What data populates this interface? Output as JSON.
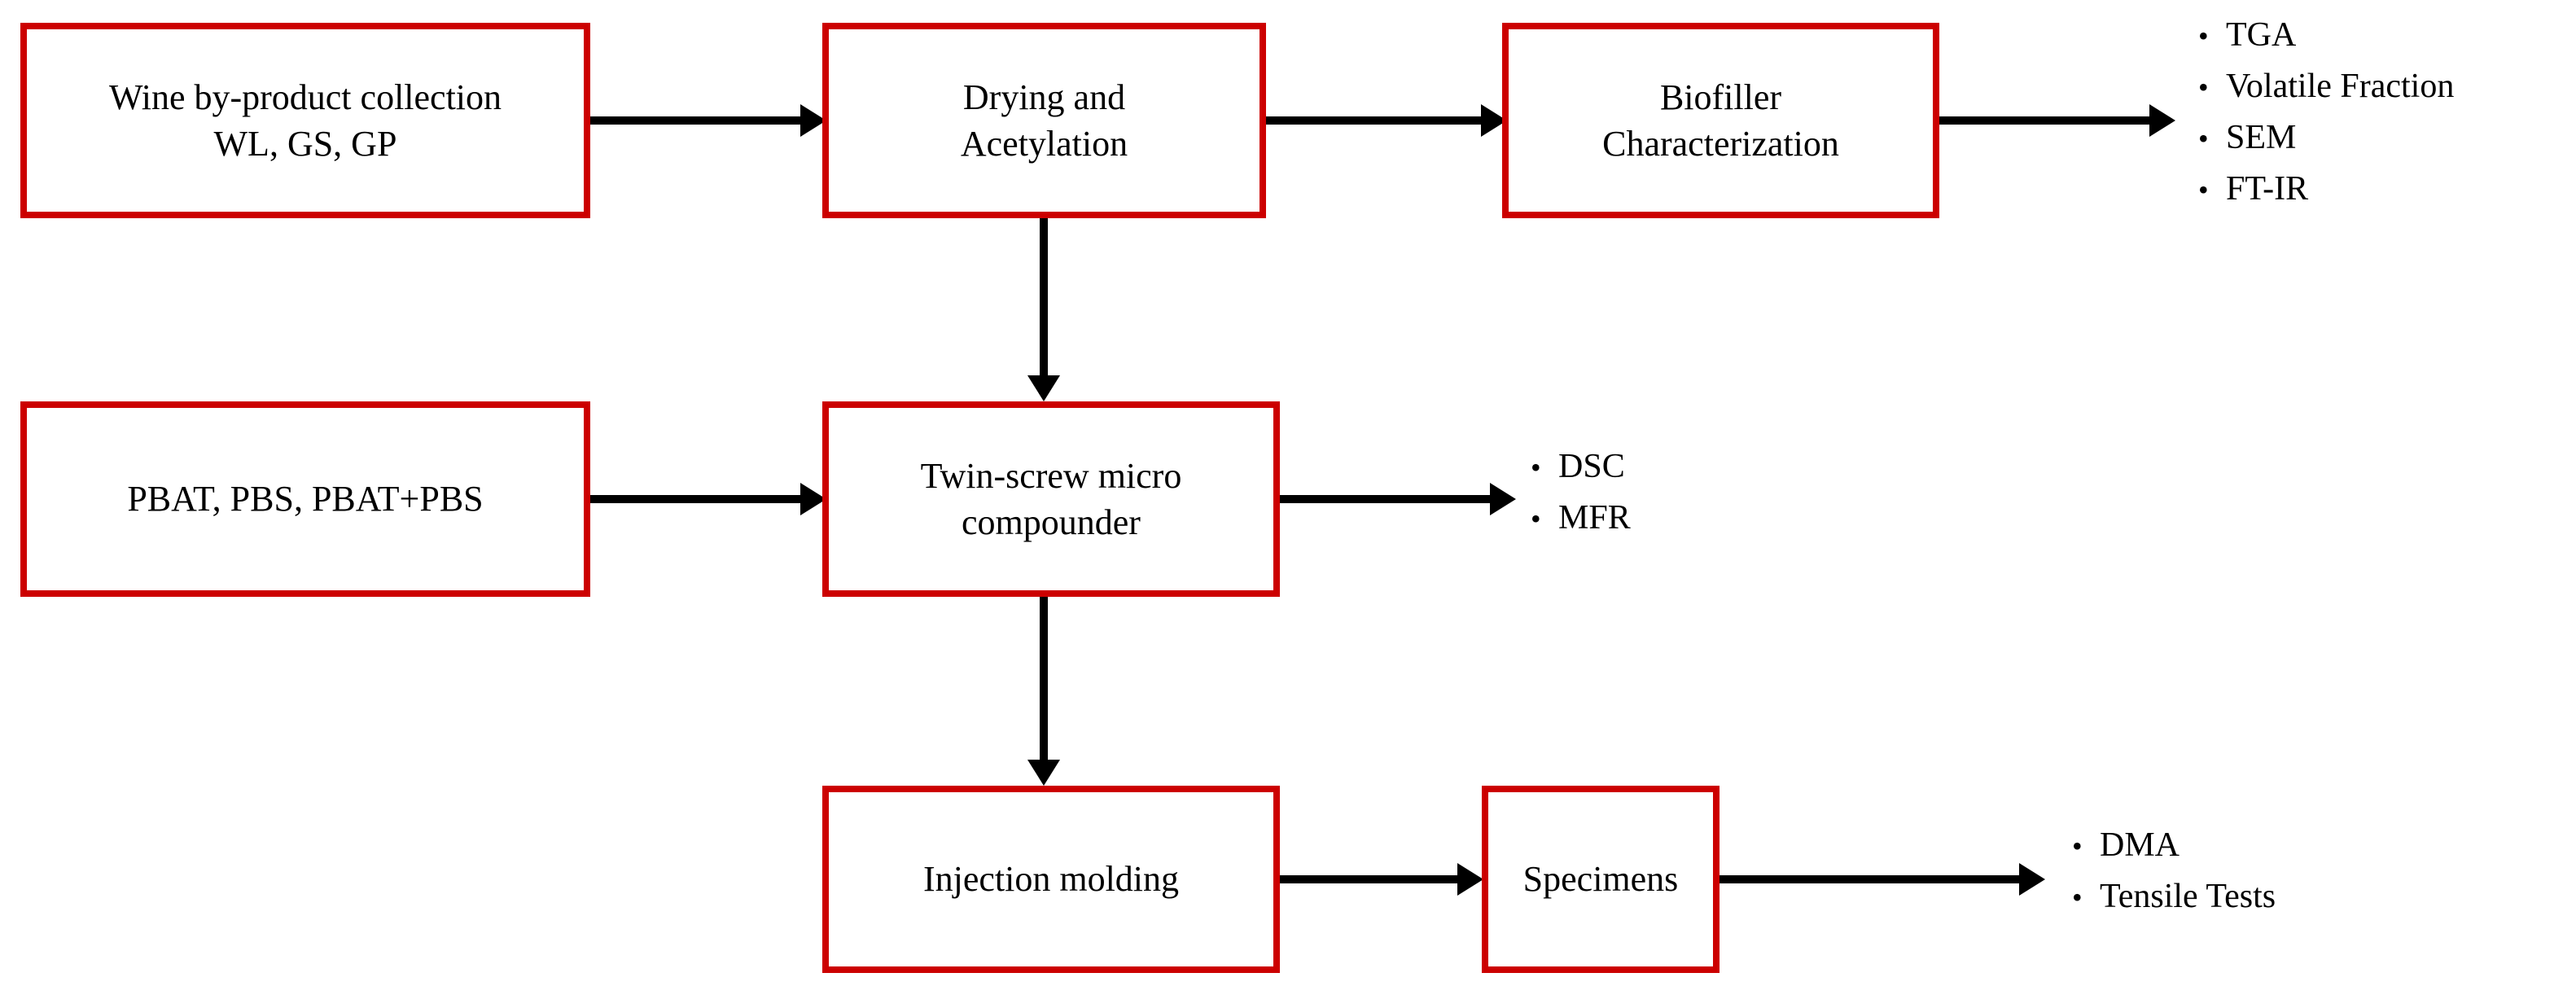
{
  "diagram": {
    "title": "Wine by-product biocomposite process flow",
    "accent_color": "#CC0000",
    "line_color": "#000000",
    "background_color": "#FFFFFF"
  },
  "nodes": {
    "wine_collection": {
      "label": "Wine by-product collection\nWL, GS, GP"
    },
    "drying_acetylation": {
      "label": "Drying and\nAcetylation"
    },
    "biofiller_characterization": {
      "label": "Biofiller\nCharacterization"
    },
    "polymer_matrix": {
      "label": "PBAT, PBS, PBAT+PBS"
    },
    "twin_screw": {
      "label": "Twin-screw micro\ncompounder"
    },
    "injection_molding": {
      "label": "Injection molding"
    },
    "specimens": {
      "label": "Specimens"
    }
  },
  "bullet_groups": {
    "biofiller_tests": {
      "items": [
        {
          "bullet": "•",
          "label": "TGA"
        },
        {
          "bullet": "•",
          "label": "Volatile Fraction"
        },
        {
          "bullet": "•",
          "label": "SEM"
        },
        {
          "bullet": "•",
          "label": "FT-IR"
        }
      ]
    },
    "compound_tests": {
      "items": [
        {
          "bullet": "•",
          "label": "DSC"
        },
        {
          "bullet": "•",
          "label": "MFR"
        }
      ]
    },
    "specimen_tests": {
      "items": [
        {
          "bullet": "•",
          "label": "DMA"
        },
        {
          "bullet": "•",
          "label": "Tensile Tests"
        }
      ]
    }
  }
}
